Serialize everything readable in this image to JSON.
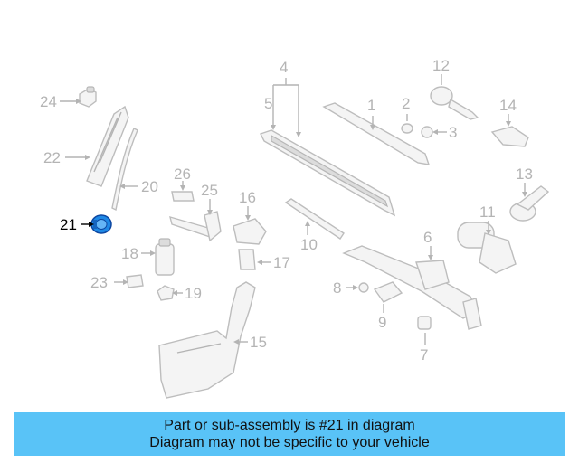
{
  "diagram": {
    "highlighted_part": "21",
    "callouts": [
      "1",
      "2",
      "3",
      "4",
      "5",
      "6",
      "7",
      "8",
      "9",
      "10",
      "11",
      "12",
      "13",
      "14",
      "15",
      "16",
      "17",
      "18",
      "19",
      "20",
      "21",
      "22",
      "23",
      "24",
      "25",
      "26"
    ],
    "colors": {
      "highlight_part": "#1e88e5",
      "banner": "#59c3f7",
      "muted": "#b4b4b4"
    }
  },
  "banner": {
    "line1": "Part or sub-assembly is #21 in diagram",
    "line2": "Diagram may not be specific to your vehicle"
  }
}
